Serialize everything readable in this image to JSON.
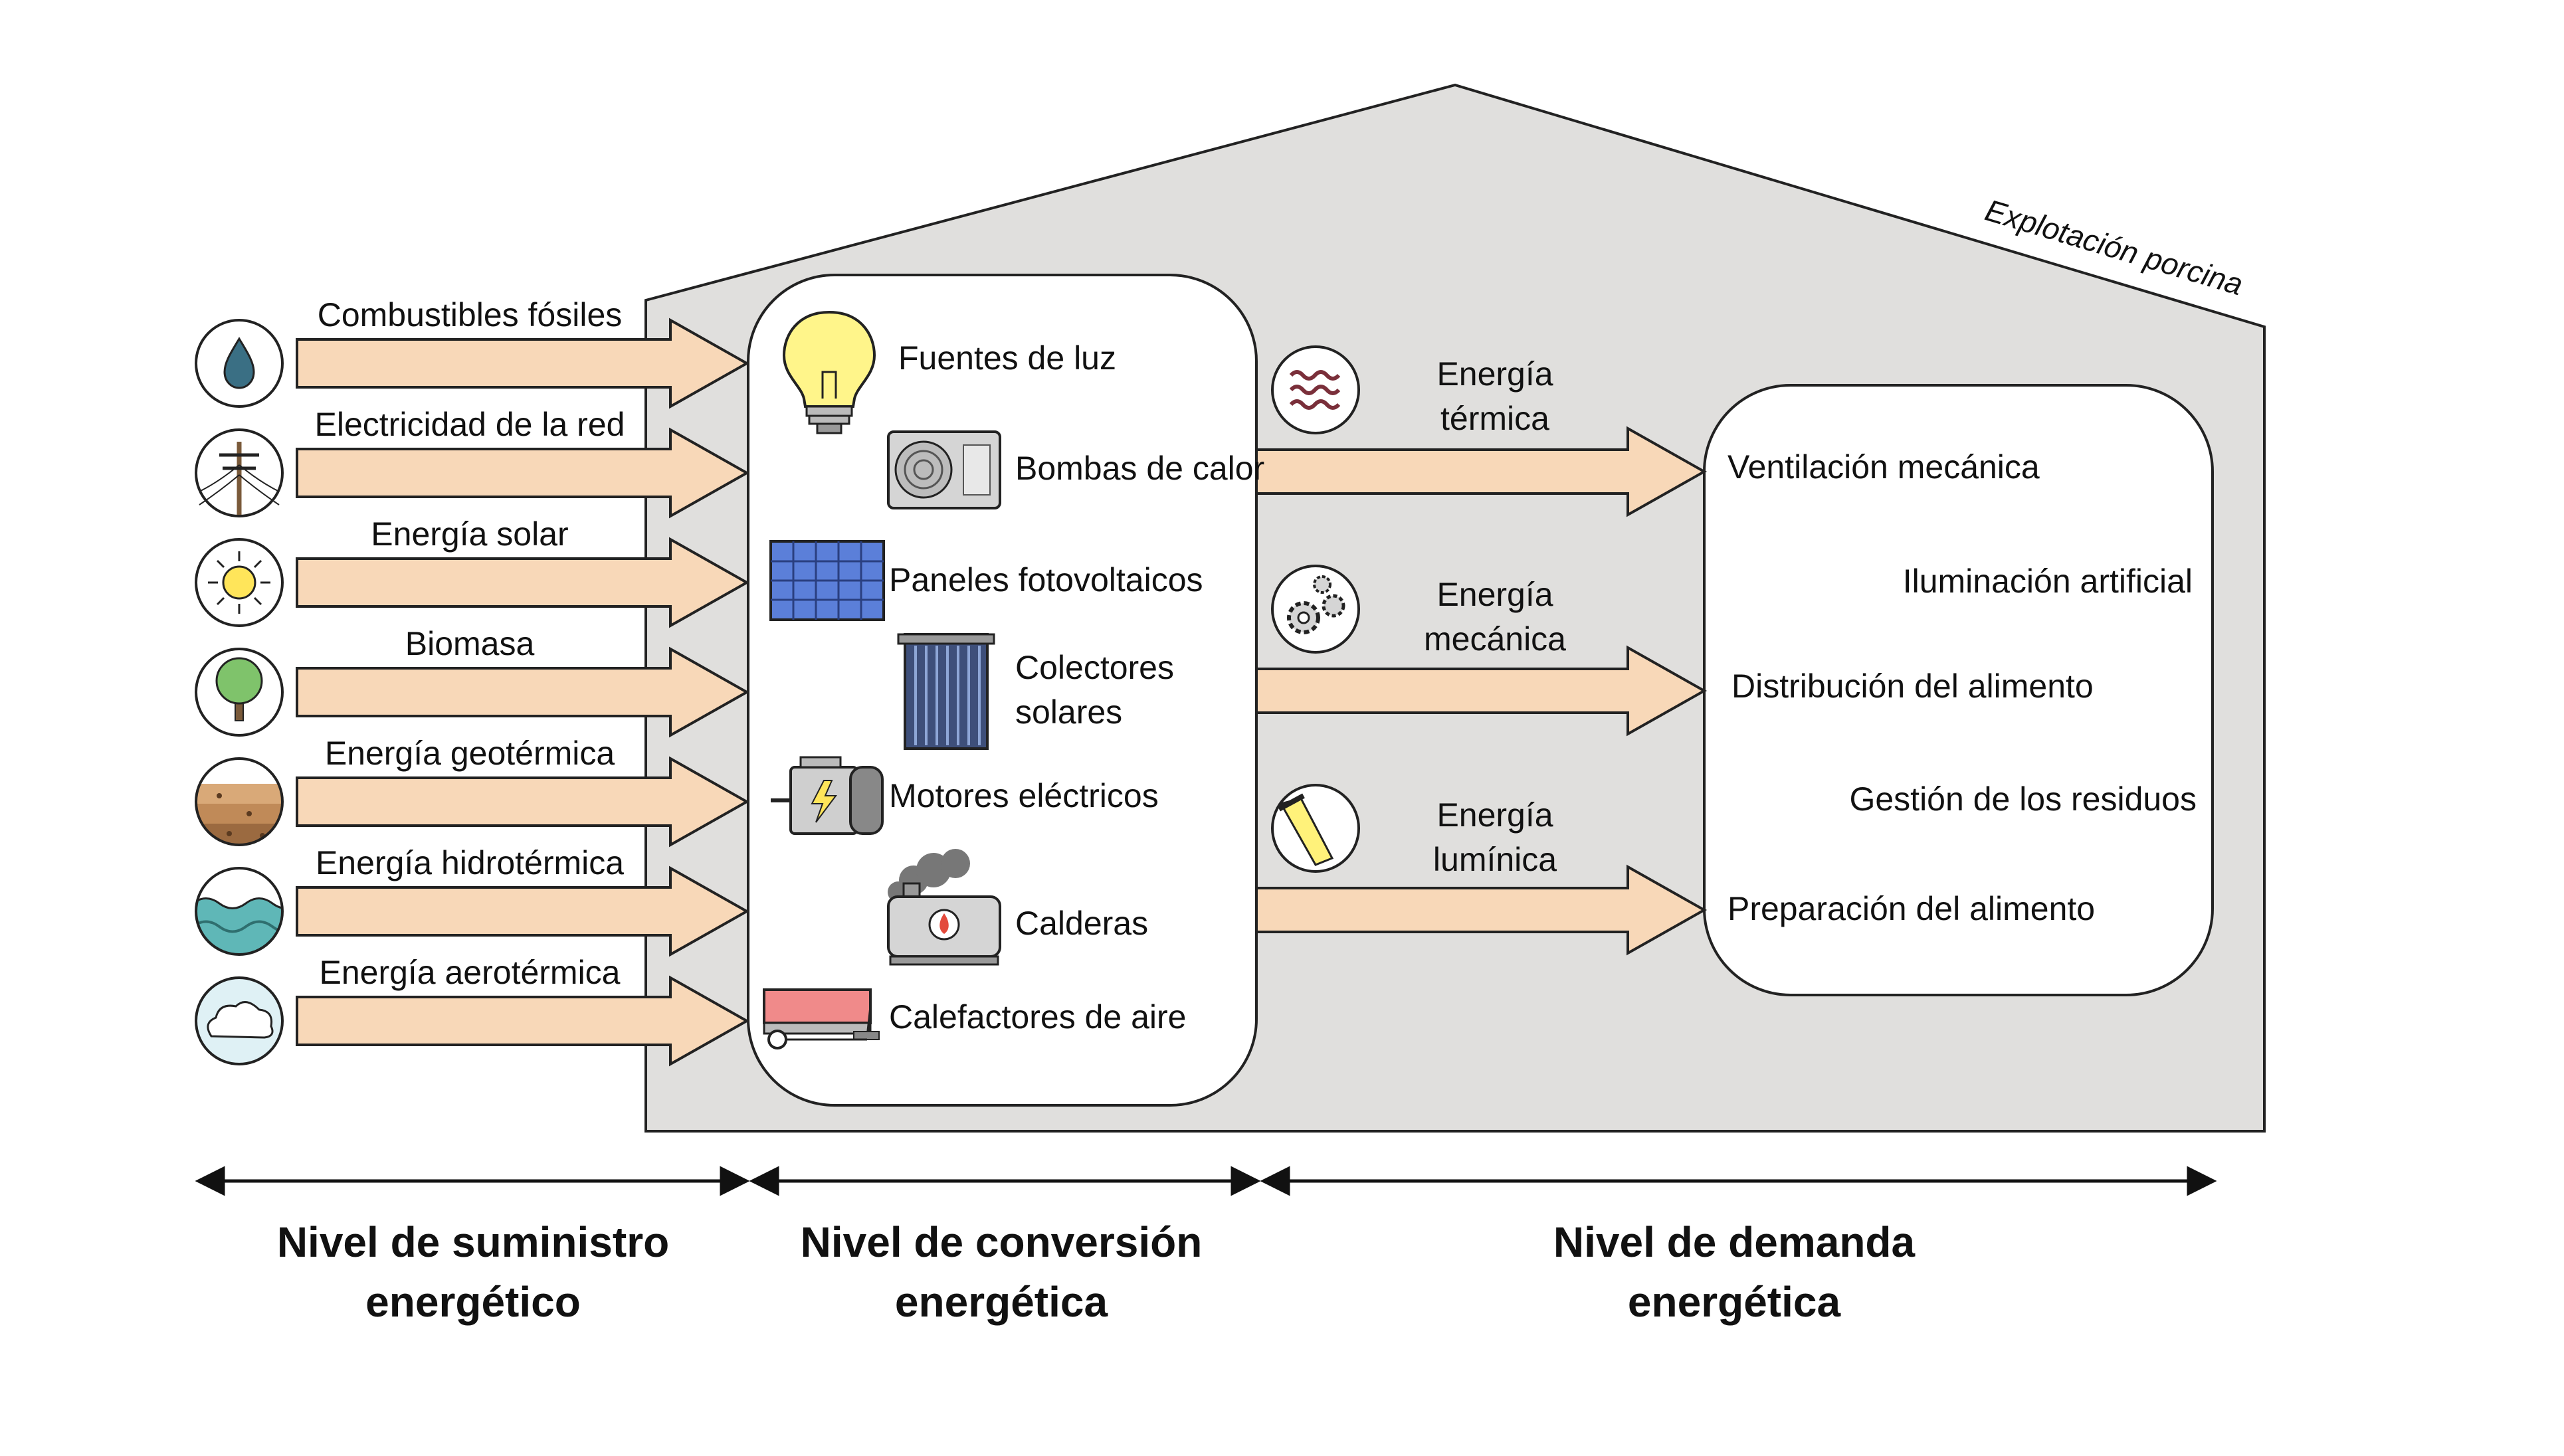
{
  "building": {
    "label": "Explotación porcina"
  },
  "supply": [
    {
      "label": "Combustibles fósiles",
      "icon": "fuel-drop-icon"
    },
    {
      "label": "Electricidad de la red",
      "icon": "power-line-icon"
    },
    {
      "label": "Energía solar",
      "icon": "sun-icon"
    },
    {
      "label": "Biomasa",
      "icon": "tree-icon"
    },
    {
      "label": "Energía geotérmica",
      "icon": "soil-layers-icon"
    },
    {
      "label": "Energía hidrotérmica",
      "icon": "water-waves-icon"
    },
    {
      "label": "Energía aerotérmica",
      "icon": "clouds-icon"
    }
  ],
  "conversion": [
    {
      "label": "Fuentes de luz",
      "icon": "light-bulb-icon"
    },
    {
      "label": "Bombas de calor",
      "icon": "heat-pump-icon"
    },
    {
      "label": "Paneles fotovoltaicos",
      "icon": "solar-panel-icon"
    },
    {
      "label": "Colectores",
      "label2": "solares",
      "icon": "solar-collector-icon"
    },
    {
      "label": "Motores eléctricos",
      "icon": "electric-motor-icon"
    },
    {
      "label": "Calderas",
      "icon": "boiler-icon"
    },
    {
      "label": "Calefactores de aire",
      "icon": "air-heater-icon"
    }
  ],
  "energy_types": [
    {
      "line1": "Energía",
      "line2": "térmica",
      "icon": "heat-waves-icon"
    },
    {
      "line1": "Energía",
      "line2": "mecánica",
      "icon": "gears-icon"
    },
    {
      "line1": "Energía",
      "line2": "lumínica",
      "icon": "light-beam-icon"
    }
  ],
  "demand": [
    {
      "label": "Ventilación mecánica"
    },
    {
      "label": "Iluminación artificial"
    },
    {
      "label": "Distribución del alimento"
    },
    {
      "label": "Gestión de los residuos"
    },
    {
      "label": "Preparación del alimento"
    }
  ],
  "levels": [
    {
      "line1": "Nivel de suministro",
      "line2": "energético"
    },
    {
      "line1": "Nivel de conversión",
      "line2": "energética"
    },
    {
      "line1": "Nivel de demanda",
      "line2": "energética"
    }
  ],
  "colors": {
    "arrow_fill": "#f8d8b8",
    "building_fill": "#e0dfdd",
    "outline": "#222222",
    "panel_blue": "#5b7fd9",
    "sun_yellow": "#ffe55a",
    "tree_green": "#7fc36b",
    "water_teal": "#5fb7b7",
    "cloud_blue": "#dff1f5",
    "soil_brown": "#c99a6b"
  }
}
